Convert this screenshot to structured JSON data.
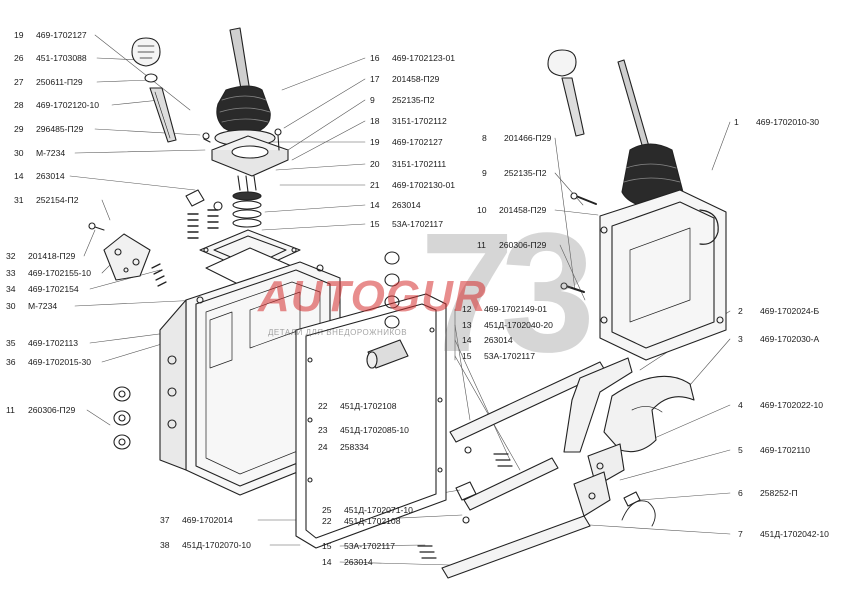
{
  "watermark": {
    "brand": "AUTOGUR",
    "number": "73",
    "tagline": "ДЕТАЛИ ДЛЯ ВНЕДОРОЖНИКОВ"
  },
  "callouts": [
    {
      "num": "19",
      "part": "469-1702127"
    },
    {
      "num": "26",
      "part": "451-1703088"
    },
    {
      "num": "27",
      "part": "250611-П29"
    },
    {
      "num": "28",
      "part": "469-1702120-10"
    },
    {
      "num": "29",
      "part": "296485-П29"
    },
    {
      "num": "30",
      "part": "М-7234"
    },
    {
      "num": "14",
      "part": "263014"
    },
    {
      "num": "31",
      "part": "252154-П2"
    },
    {
      "num": "32",
      "part": "201418-П29"
    },
    {
      "num": "33",
      "part": "469-1702155-10"
    },
    {
      "num": "34",
      "part": "469-1702154"
    },
    {
      "num": "30",
      "part": "М-7234"
    },
    {
      "num": "35",
      "part": "469-1702113"
    },
    {
      "num": "36",
      "part": "469-1702015-30"
    },
    {
      "num": "11",
      "part": "260306-П29"
    },
    {
      "num": "16",
      "part": "469-1702123-01"
    },
    {
      "num": "17",
      "part": "201458-П29"
    },
    {
      "num": "9",
      "part": "252135-П2"
    },
    {
      "num": "18",
      "part": "3151-1702112"
    },
    {
      "num": "19",
      "part": "469-1702127"
    },
    {
      "num": "20",
      "part": "3151-1702111"
    },
    {
      "num": "21",
      "part": "469-1702130-01"
    },
    {
      "num": "14",
      "part": "263014"
    },
    {
      "num": "15",
      "part": "53А-1702117"
    },
    {
      "num": "8",
      "part": "201466-П29"
    },
    {
      "num": "9",
      "part": "252135-П2"
    },
    {
      "num": "10",
      "part": "201458-П29"
    },
    {
      "num": "11",
      "part": "260306-П29"
    },
    {
      "num": "1",
      "part": "469-1702010-30"
    },
    {
      "num": "12",
      "part": "469-1702149-01"
    },
    {
      "num": "13",
      "part": "451Д-1702040-20"
    },
    {
      "num": "14",
      "part": "263014"
    },
    {
      "num": "15",
      "part": "53А-1702117"
    },
    {
      "num": "2",
      "part": "469-1702024-Б"
    },
    {
      "num": "3",
      "part": "469-1702030-А"
    },
    {
      "num": "4",
      "part": "469-1702022-10"
    },
    {
      "num": "5",
      "part": "469-1702110"
    },
    {
      "num": "6",
      "part": "258252-П"
    },
    {
      "num": "7",
      "part": "451Д-1702042-10"
    },
    {
      "num": "22",
      "part": "451Д-1702108"
    },
    {
      "num": "23",
      "part": "451Д-1702085-10"
    },
    {
      "num": "24",
      "part": "258334"
    },
    {
      "num": "25",
      "part": "451Д-1702071-10"
    },
    {
      "num": "22",
      "part": "451Д-1702108"
    },
    {
      "num": "15",
      "part": "53А-1702117"
    },
    {
      "num": "14",
      "part": "263014"
    },
    {
      "num": "37",
      "part": "469-1702014"
    },
    {
      "num": "38",
      "part": "451Д-1702070-10"
    }
  ]
}
